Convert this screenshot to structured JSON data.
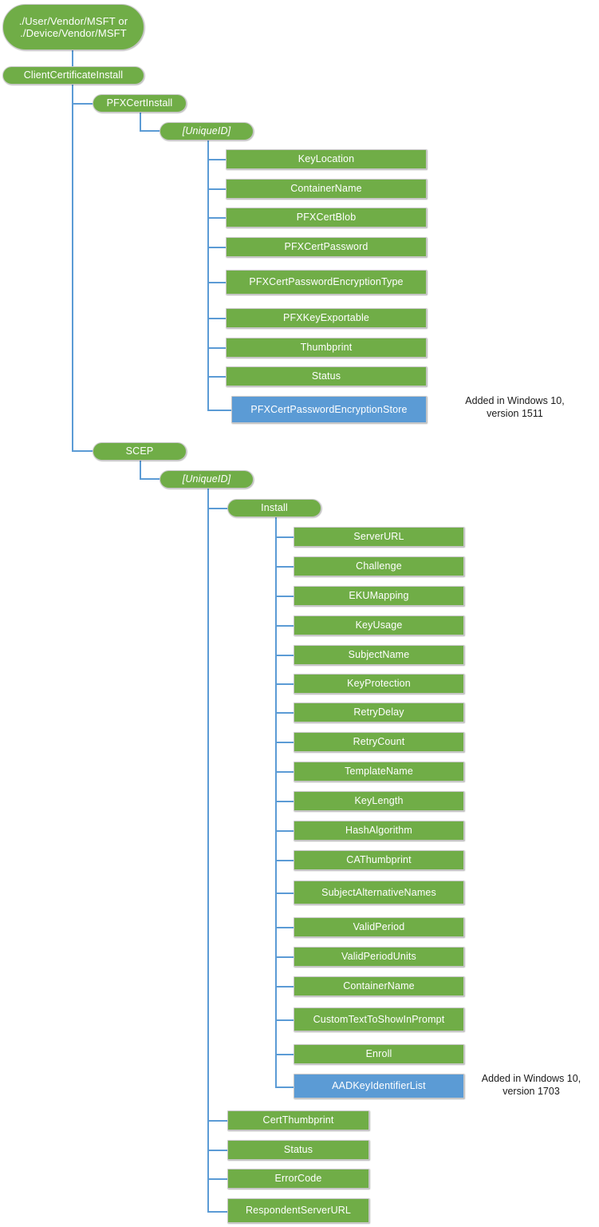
{
  "diagram": {
    "title": "ClientCertificateInstall CSP node tree",
    "colors": {
      "node_green": "#70AD47",
      "node_blue": "#5B9BD5",
      "connector": "#5B9BD5",
      "node_border": "#c8c8c8",
      "background": "#ffffff",
      "note_text": "#1a1a1a"
    },
    "nodes": {
      "root": "./User/Vendor/MSFT or\n./Device/Vendor/MSFT",
      "client_certificate_install": "ClientCertificateInstall",
      "pfx_cert_install": "PFXCertInstall",
      "pfx_unique_id": "[UniqueID]",
      "scep": "SCEP",
      "scep_unique_id": "[UniqueID]",
      "scep_install": "Install"
    },
    "pfx_children": [
      {
        "label": "KeyLocation",
        "color": "green"
      },
      {
        "label": "ContainerName",
        "color": "green"
      },
      {
        "label": "PFXCertBlob",
        "color": "green"
      },
      {
        "label": "PFXCertPassword",
        "color": "green"
      },
      {
        "label": "PFXCertPasswordEncryptionType",
        "color": "green"
      },
      {
        "label": "PFXKeyExportable",
        "color": "green"
      },
      {
        "label": "Thumbprint",
        "color": "green"
      },
      {
        "label": "Status",
        "color": "green"
      },
      {
        "label": "PFXCertPasswordEncryptionStore",
        "color": "blue"
      }
    ],
    "scep_install_children": [
      {
        "label": "ServerURL",
        "color": "green"
      },
      {
        "label": "Challenge",
        "color": "green"
      },
      {
        "label": "EKUMapping",
        "color": "green"
      },
      {
        "label": "KeyUsage",
        "color": "green"
      },
      {
        "label": "SubjectName",
        "color": "green"
      },
      {
        "label": "KeyProtection",
        "color": "green"
      },
      {
        "label": "RetryDelay",
        "color": "green"
      },
      {
        "label": "RetryCount",
        "color": "green"
      },
      {
        "label": "TemplateName",
        "color": "green"
      },
      {
        "label": "KeyLength",
        "color": "green"
      },
      {
        "label": "HashAlgorithm",
        "color": "green"
      },
      {
        "label": "CAThumbprint",
        "color": "green"
      },
      {
        "label": "SubjectAlternativeNames",
        "color": "green"
      },
      {
        "label": "ValidPeriod",
        "color": "green"
      },
      {
        "label": "ValidPeriodUnits",
        "color": "green"
      },
      {
        "label": "ContainerName",
        "color": "green"
      },
      {
        "label": "CustomTextToShowInPrompt",
        "color": "green"
      },
      {
        "label": "Enroll",
        "color": "green"
      },
      {
        "label": "AADKeyIdentifierList",
        "color": "blue"
      }
    ],
    "scep_unique_id_children": [
      {
        "label": "CertThumbprint",
        "color": "green"
      },
      {
        "label": "Status",
        "color": "green"
      },
      {
        "label": "ErrorCode",
        "color": "green"
      },
      {
        "label": "RespondentServerURL",
        "color": "green"
      }
    ],
    "notes": {
      "pfx_note": "Added in Windows 10,\nversion 1511",
      "scep_note": "Added in Windows 10,\nversion 1703"
    }
  }
}
